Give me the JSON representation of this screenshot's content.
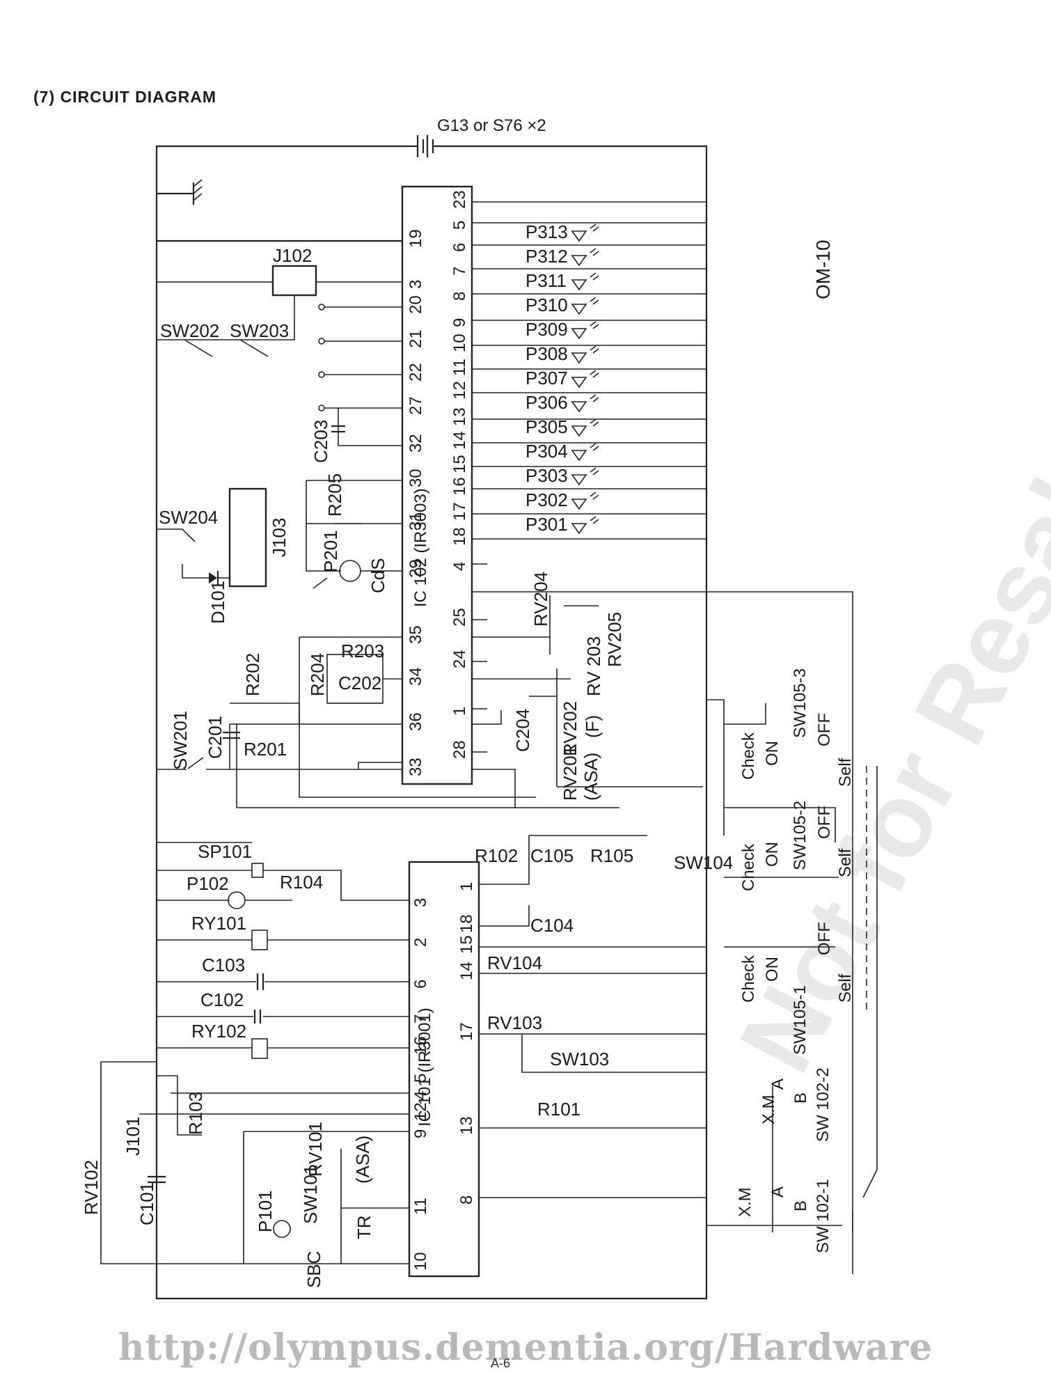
{
  "heading": "(7)  CIRCUIT DIAGRAM",
  "battery_label": "G13 or S76 ×2",
  "model_label": "OM-10",
  "watermark": "Not for Resale",
  "footer": {
    "url": "http://olympus.dementia.org/Hardware",
    "page_number": "A-6"
  },
  "ic102": {
    "label": "IC 102 (IR3003)",
    "pins_top": [
      "23",
      "5",
      "6",
      "7",
      "8",
      "9",
      "10",
      "11",
      "12",
      "13",
      "14",
      "15",
      "16",
      "17",
      "18",
      "4",
      "25",
      "24",
      "1",
      "28"
    ],
    "pins_bottom": [
      "19",
      "3",
      "20",
      "21",
      "22",
      "27",
      "32",
      "30",
      "31",
      "29",
      "35",
      "34",
      "36",
      "33"
    ]
  },
  "ic101": {
    "label": "IC 101 (IR3001)",
    "pins_top": [
      "1",
      "18",
      "15",
      "14",
      "17",
      "13",
      "8"
    ],
    "pins_bottom": [
      "3",
      "2",
      "6",
      "7",
      "16",
      "5",
      "4",
      "12",
      "9",
      "11",
      "10"
    ]
  },
  "leds": [
    "P313",
    "P312",
    "P311",
    "P310",
    "P309",
    "P308",
    "P307",
    "P306",
    "P305",
    "P304",
    "P303",
    "P302",
    "P301"
  ],
  "components": {
    "j102": "J102",
    "sw202": "SW202",
    "sw203": "SW203",
    "c203": "C203",
    "r205": "R205",
    "sw204": "SW204",
    "j103": "J103",
    "d101": "D101",
    "p201": "P201",
    "cds": "CdS",
    "rv204": "RV204",
    "rv205": "RV205",
    "rv203": "RV 203",
    "r203": "R203",
    "r204": "R204",
    "c202": "C202",
    "r202": "R202",
    "c204": "C204",
    "rv202": "RV202",
    "f": "(F)",
    "rv201": "RV201",
    "asa": "(ASA)",
    "sw201": "SW201",
    "c201": "C201",
    "r201": "R201",
    "sp101": "SP101",
    "p102": "P102",
    "r104": "R104",
    "ry101": "RY101",
    "c103": "C103",
    "c102": "C102",
    "ry102": "RY102",
    "r102": "R102",
    "c105": "C105",
    "r105": "R105",
    "c104": "C104",
    "rv104": "RV104",
    "rv103": "RV103",
    "sw103": "SW103",
    "r101": "R101",
    "r103": "R103",
    "j101": "J101",
    "rv102": "RV102",
    "c101": "C101",
    "p101": "P101",
    "sbc": "SBC",
    "sw101": "SW101",
    "rv101": "RV101",
    "asa2": "(ASA)",
    "tr": "TR",
    "sw104": "SW104"
  },
  "switch_labels": {
    "check": "Check",
    "on": "ON",
    "off": "OFF",
    "self": "Self",
    "sw105_3": "SW105-3",
    "sw105_2": "SW105-2",
    "sw105_1": "SW105-1",
    "sw102_2": "SW 102-2",
    "sw102_1": "SW 102-1",
    "xm": "X.M",
    "xm2": "X.M",
    "a": "A",
    "b": "B"
  }
}
